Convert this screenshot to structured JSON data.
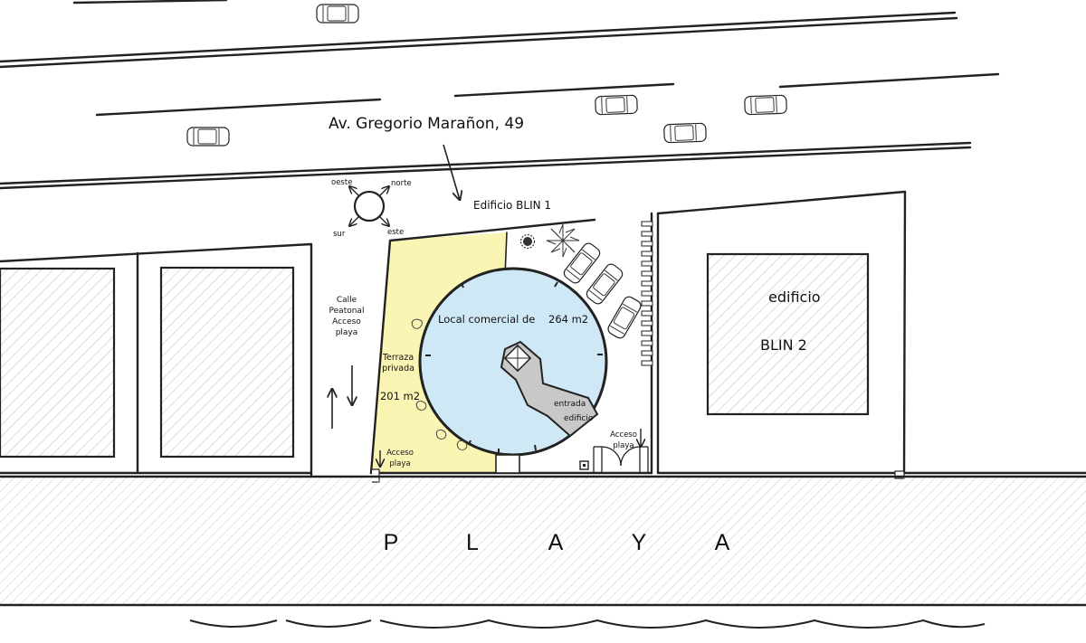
{
  "street": {
    "name": "Av. Gregorio Marañon, 49"
  },
  "compass": {
    "west": "oeste",
    "north": "norte",
    "south": "sur",
    "east": "este"
  },
  "building1": {
    "label": "Edificio BLIN  1"
  },
  "building2": {
    "line1": "edificio",
    "line2": "BLIN  2"
  },
  "local": {
    "label": "Local comercial de",
    "area": "264 m2"
  },
  "terrace": {
    "line1": "Terraza",
    "line2": "privada",
    "area": "201 m2"
  },
  "entrance": {
    "line1": "entrada",
    "line2": "edificio"
  },
  "pedestrian": {
    "line1": "Calle",
    "line2": "Peatonal",
    "line3": "Acceso",
    "line4": "playa"
  },
  "beach_access_left": {
    "line1": "Acceso",
    "line2": "playa"
  },
  "beach_access_right": {
    "line1": "Acceso",
    "line2": "playa"
  },
  "beach": {
    "letters": [
      "P",
      "L",
      "A",
      "Y",
      "A"
    ]
  },
  "colors": {
    "terrace": "#fbf5b4",
    "local": "#cfe8f5",
    "hatch": "#b9d3b9",
    "core": "#c8c8c8"
  }
}
